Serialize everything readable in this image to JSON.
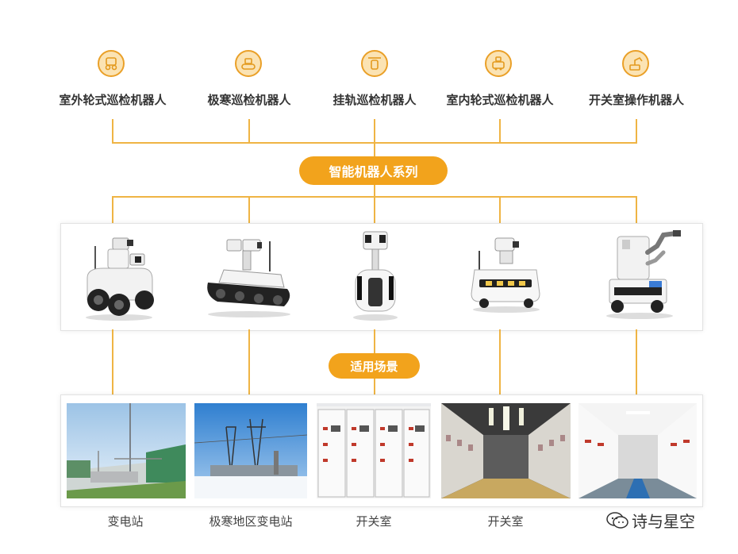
{
  "colors": {
    "accent": "#f2a31c",
    "line": "#efb444",
    "icon_bg": "#fbe3b3"
  },
  "categories": [
    {
      "label": "室外轮式巡检机器人",
      "icon": "wheeled-robot-icon"
    },
    {
      "label": "极寒巡检机器人",
      "icon": "tracked-robot-icon"
    },
    {
      "label": "挂轨巡检机器人",
      "icon": "rail-robot-icon"
    },
    {
      "label": "室内轮式巡检机器人",
      "icon": "indoor-robot-icon"
    },
    {
      "label": "开关室操作机器人",
      "icon": "arm-robot-icon"
    }
  ],
  "center_title": "智能机器人系列",
  "scenes_title": "适用场景",
  "scenes": [
    {
      "label": "变电站"
    },
    {
      "label": "极寒地区变电站"
    },
    {
      "label": "开关室"
    },
    {
      "label": "开关室"
    },
    {
      "label": ""
    }
  ],
  "watermark": "诗与星空"
}
